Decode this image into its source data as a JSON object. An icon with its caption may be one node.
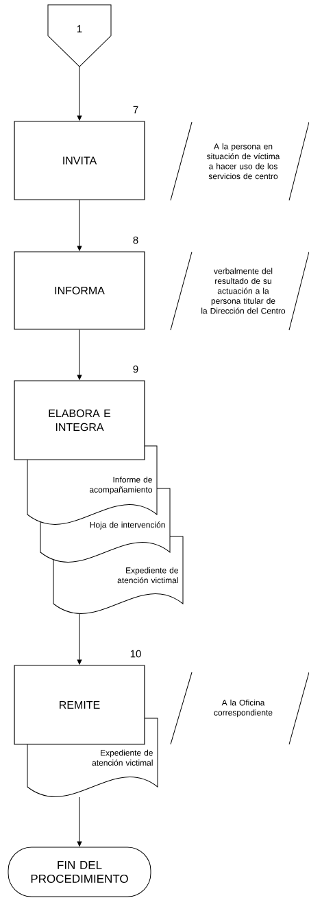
{
  "diagram": {
    "nodes": [
      {
        "text": [
          "1"
        ]
      },
      {
        "text": [
          "INVITA"
        ],
        "beside": [
          "7"
        ]
      },
      {
        "text": [
          "A la persona en situación de víctima a hacer uso de los servicios de centro"
        ]
      },
      {
        "text": [
          "INFORMA"
        ],
        "beside": [
          "8"
        ]
      },
      {
        "text": [
          "verbalmente del resultado de su actuación a la persona titular de la Dirección del Centro"
        ]
      },
      {
        "text": [
          "ELABORA E INTEGRA"
        ],
        "beside": [
          "9"
        ]
      },
      {
        "text": [
          "Informe de acompañamiento"
        ]
      },
      {
        "text": [
          "Hoja de intervención"
        ]
      },
      {
        "text": [
          "Expediente de atención victimal"
        ]
      },
      {
        "text": [
          "REMITE"
        ],
        "beside": [
          "10"
        ]
      },
      {
        "text": [
          "A la Oficina correspondiente"
        ]
      },
      {
        "text": [
          "Expediente de atención victimal"
        ]
      },
      {
        "text": [
          "FIN DEL PROCEDIMIENTO"
        ]
      }
    ],
    "edges": [
      {
        "from": 0,
        "to": 1,
        "arrow": "to"
      },
      {
        "from": 1,
        "to": 3,
        "arrow": "to"
      },
      {
        "from": 3,
        "to": 5,
        "arrow": "to"
      },
      {
        "from": 8,
        "to": 9,
        "arrow": "to"
      },
      {
        "from": 11,
        "to": 12,
        "arrow": "to"
      }
    ]
  }
}
